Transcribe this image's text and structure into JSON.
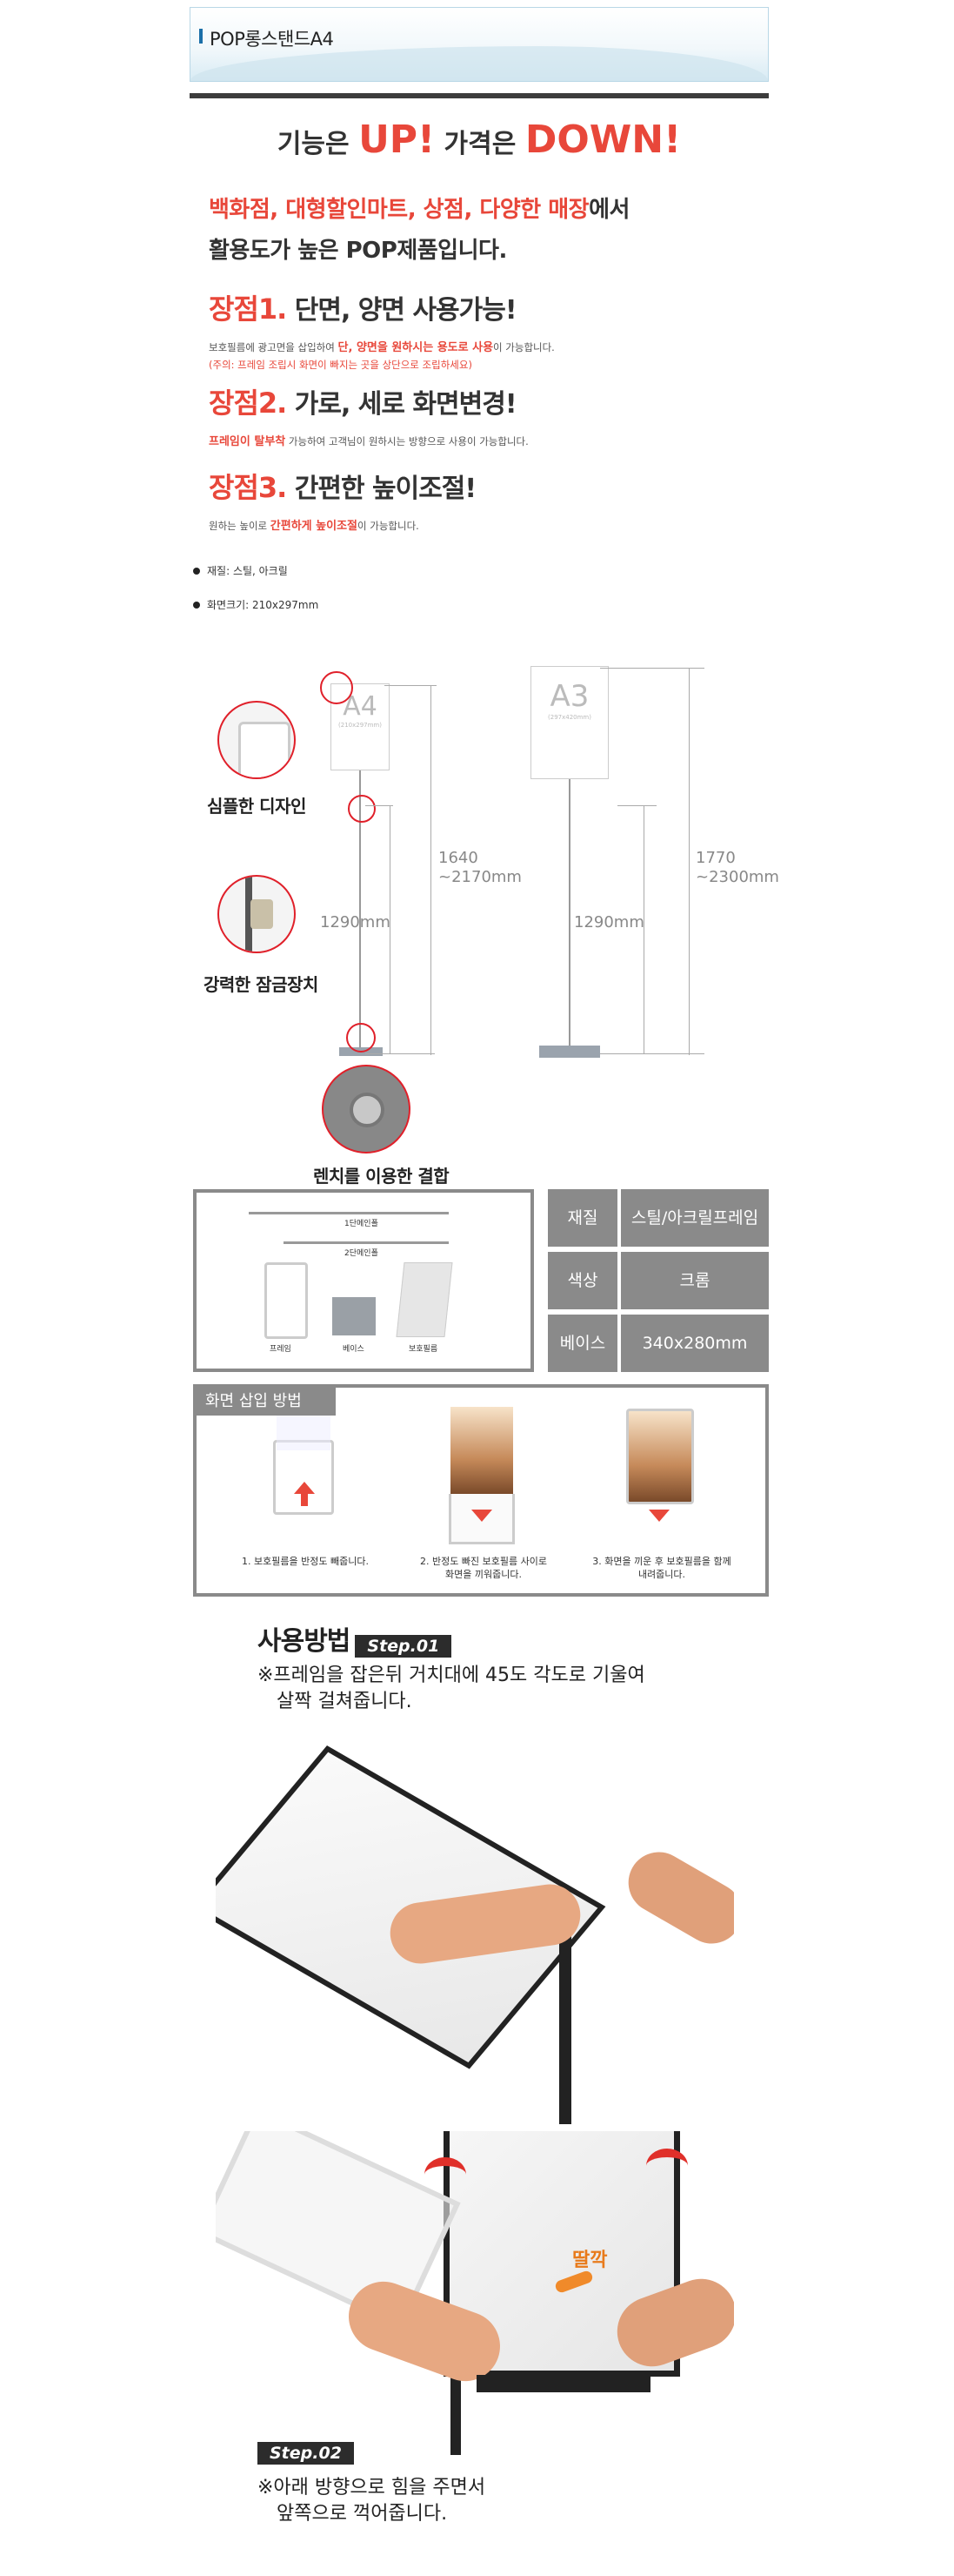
{
  "header": {
    "title": "POP롱스탠드A4"
  },
  "tagline": {
    "p1": "기능은 ",
    "up": "UP!",
    "p2": " 가격은 ",
    "down": "DOWN!"
  },
  "intro": {
    "red": "백화점, 대형할인마트, 상점, 다양한 매장",
    "tail": "에서",
    "line2": "활용도가 높은 POP제품입니다."
  },
  "merit1": {
    "num": "장점1.",
    "title": " 단면, 양면 사용가능!",
    "d1a": "보호필름에 광고면을 삽입하여 ",
    "d1r": "단, 양면을 원하시는 용도로 사용",
    "d1b": "이 가능합니다.",
    "d2": "(주의: 프레임 조립시 화면이 빠지는 곳을 상단으로 조립하세요)"
  },
  "merit2": {
    "num": "장점2.",
    "title": " 가로, 세로 화면변경!",
    "dr": "프레임이 탈부착",
    "db": " 가능하여 고객님이 원하시는 방향으로 사용이 가능합니다."
  },
  "merit3": {
    "num": "장점3.",
    "title": " 간편한 높이조절!",
    "da": "원하는 높이로 ",
    "dr": "간편하게 높이조절",
    "db": "이 가능합니다."
  },
  "specs": {
    "material": "재질: 스틸, 아크릴",
    "size": "화면크기: 210x297mm"
  },
  "diagram": {
    "a4": "A4",
    "a4sub": "(210x297mm)",
    "a3": "A3",
    "a3sub": "(297x420mm)",
    "h1": "1640",
    "h1b": "~2170mm",
    "h2": "1770",
    "h2b": "~2300mm",
    "base1": "1290mm",
    "base2": "1290mm",
    "label_design": "심플한 디자인",
    "label_lock": "강력한 잠금장치",
    "label_wrench": "렌치를 이용한 결합"
  },
  "parts": {
    "pole1": "1단메인폴",
    "pole2": "2단메인폴",
    "frame": "프레임",
    "base": "베이스",
    "film": "보호필름"
  },
  "table": [
    {
      "k": "재질",
      "v": "스틸/아크릴프레임"
    },
    {
      "k": "색상",
      "v": "크롬"
    },
    {
      "k": "베이스",
      "v": "340x280mm"
    }
  ],
  "insert": {
    "title": "화면 삽입 방법",
    "s1": "1. 보호필름을 반정도 빼줍니다.",
    "s2a": "2. 반정도 빠진 보호필름 사이로",
    "s2b": "화면을 끼워줍니다.",
    "s3a": "3. 화면을 끼운 후 보호필름을 함께",
    "s3b": "내려줍니다."
  },
  "usage": {
    "title": "사용방법",
    "step1": "Step.01",
    "n1a": "※프레임을 잡은뒤 거치대에 45도 각도로 기울여",
    "n1b": "살짝 걸쳐줍니다.",
    "step2": "Step.02",
    "click": "딸깍",
    "n2a": "※아래 방향으로 힘을 주면서",
    "n2b": "앞쪽으로 꺽어줍니다."
  }
}
